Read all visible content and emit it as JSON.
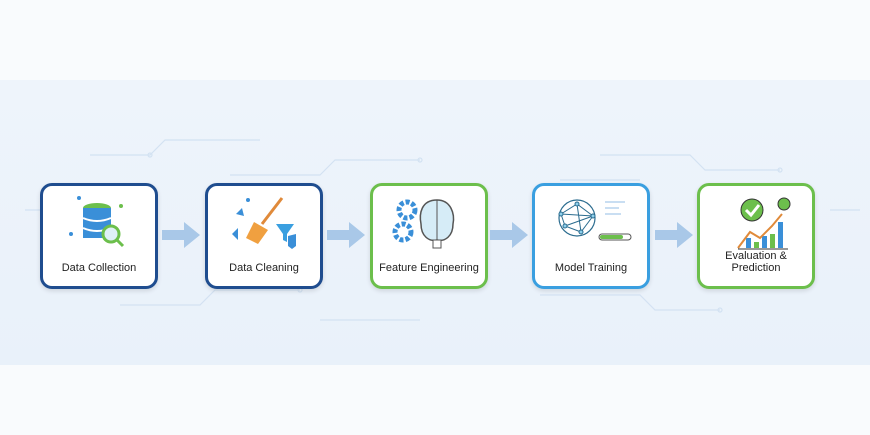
{
  "steps": [
    {
      "label": "Data Collection",
      "icon": "database-search-icon",
      "border": "#1f4d8f"
    },
    {
      "label": "Data Cleaning",
      "icon": "broom-filter-icon",
      "border": "#1f4d8f"
    },
    {
      "label": "Feature Engineering",
      "icon": "gears-brain-icon",
      "border": "#6cbf4c"
    },
    {
      "label": "Model Training",
      "icon": "neural-network-icon",
      "border": "#3a9fe0",
      "progress": 0.75
    },
    {
      "label": "Evaluation & Prediction",
      "icon": "chart-check-icon",
      "border": "#6cbf4c"
    }
  ],
  "colors": {
    "background": "#eef4fb",
    "arrow": "#a9c8e8"
  }
}
